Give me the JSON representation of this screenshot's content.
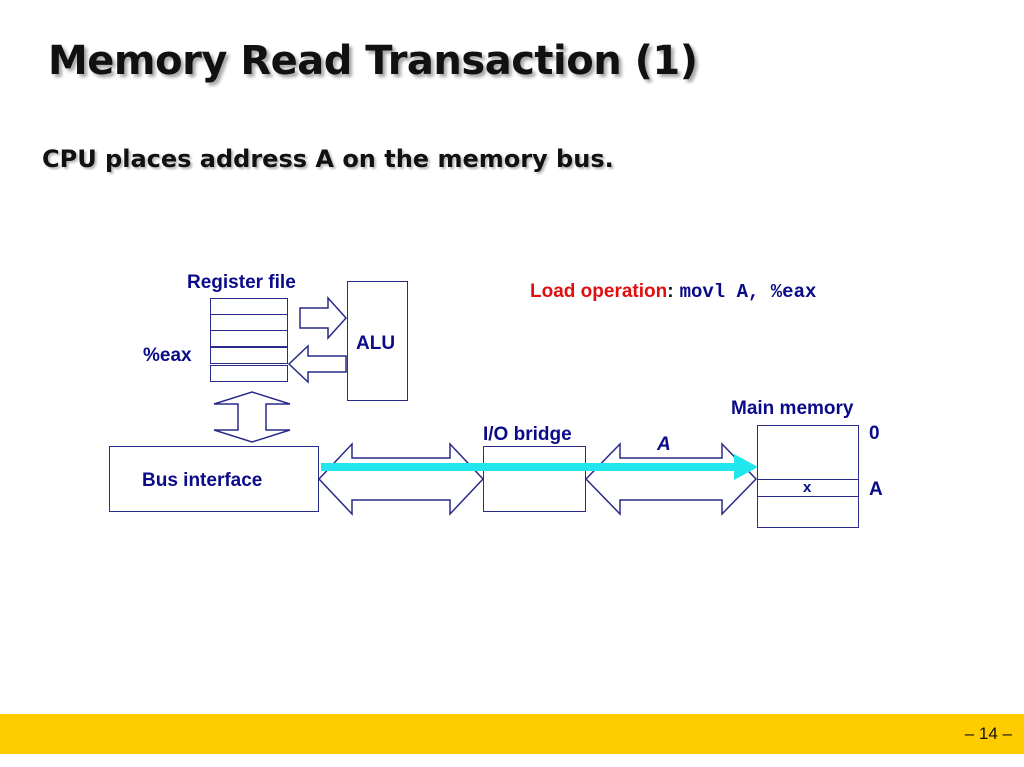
{
  "slide": {
    "title": "Memory Read Transaction (1)",
    "subtitle": "CPU places address A on the memory bus.",
    "page_number": "– 14 –"
  },
  "diagram": {
    "register_file_label": "Register file",
    "eax_label": "%eax",
    "alu_label": "ALU",
    "bus_interface_label": "Bus interface",
    "io_bridge_label": "I/O bridge",
    "address_on_bus_label": "A",
    "main_memory_label": "Main memory",
    "address_zero_label": "0",
    "address_a_label": "A",
    "memory_cell_value": "x",
    "load_operation": {
      "label": "Load operation",
      "colon": ":",
      "instruction": "movl A, %eax"
    },
    "colors": {
      "text_blue": "#0b0b8a",
      "load_label_red": "#e01010",
      "bus_highlight_cyan": "#22e6ee",
      "footer_yellow": "#ffcc00"
    }
  }
}
